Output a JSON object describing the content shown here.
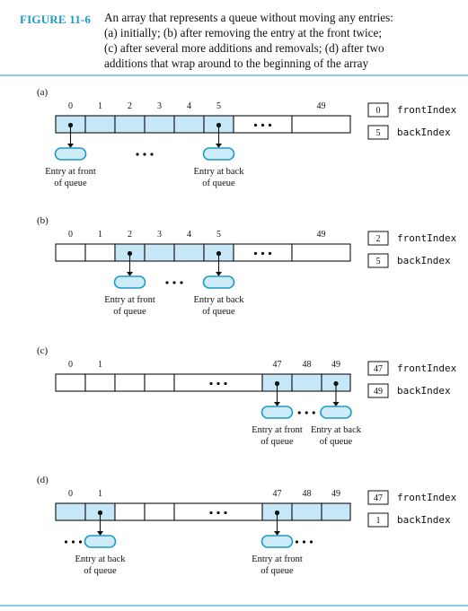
{
  "figure": {
    "label": "FIGURE 11-6",
    "caption_lines": [
      "An array that represents a queue without moving any entries:",
      "(a) initially; (b) after removing the entry at the front twice;",
      "(c) after several more additions and removals; (d) after two",
      "additions that wrap around to the beginning of the array"
    ]
  },
  "colors": {
    "accent": "#1c9ac6",
    "filled_cell": "#c5e7f7",
    "node_fill": "#cdebf9",
    "rule": "#1c9ac6"
  },
  "ellipsis": "• • •",
  "index_labels": {
    "front": "frontIndex",
    "back": "backIndex"
  },
  "panels": [
    {
      "tag": "(a)",
      "cells": [
        "0",
        "1",
        "2",
        "3",
        "4",
        "5",
        "dots",
        "49"
      ],
      "cell_labels": [
        "0",
        "1",
        "2",
        "3",
        "4",
        "5",
        "",
        "49"
      ],
      "filled": [
        0,
        1,
        2,
        3,
        4,
        5
      ],
      "pointer_cells": [
        0,
        5
      ],
      "front_index": "0",
      "back_index": "5",
      "nodes": [
        {
          "cell": 0,
          "text": [
            "Entry at front",
            "of queue"
          ],
          "dots": "none"
        },
        {
          "cell": 5,
          "text": [
            "Entry at back",
            "of queue"
          ],
          "dots": "none"
        }
      ],
      "between_dots": [
        0,
        5
      ]
    },
    {
      "tag": "(b)",
      "cells": [
        "0",
        "1",
        "2",
        "3",
        "4",
        "5",
        "dots",
        "49"
      ],
      "cell_labels": [
        "0",
        "1",
        "2",
        "3",
        "4",
        "5",
        "",
        "49"
      ],
      "filled": [
        2,
        3,
        4,
        5
      ],
      "pointer_cells": [
        2,
        5
      ],
      "front_index": "2",
      "back_index": "5",
      "nodes": [
        {
          "cell": 2,
          "text": [
            "Entry at front",
            "of queue"
          ],
          "dots": "none"
        },
        {
          "cell": 5,
          "text": [
            "Entry at back",
            "of queue"
          ],
          "dots": "none"
        }
      ],
      "between_dots": [
        2,
        5
      ]
    },
    {
      "tag": "(c)",
      "cells": [
        "0",
        "1",
        "2",
        "3",
        "dots",
        "47",
        "48",
        "49"
      ],
      "cell_labels": [
        "0",
        "1",
        "",
        "",
        "",
        "47",
        "48",
        "49"
      ],
      "filled": [
        5,
        6,
        7
      ],
      "pointer_cells": [
        5,
        7
      ],
      "front_index": "47",
      "back_index": "49",
      "nodes": [
        {
          "cell": 5,
          "text": [
            "Entry at front",
            "of queue"
          ],
          "dots": "none"
        },
        {
          "cell": 7,
          "text": [
            "Entry at back",
            "of queue"
          ],
          "dots": "none"
        }
      ],
      "between_dots": [
        5,
        7
      ]
    },
    {
      "tag": "(d)",
      "cells": [
        "0",
        "1",
        "2",
        "3",
        "dots",
        "47",
        "48",
        "49"
      ],
      "cell_labels": [
        "0",
        "1",
        "",
        "",
        "",
        "47",
        "48",
        "49"
      ],
      "filled": [
        0,
        1,
        5,
        6,
        7
      ],
      "pointer_cells": [
        1,
        5
      ],
      "front_index": "47",
      "back_index": "1",
      "nodes": [
        {
          "cell": 1,
          "text": [
            "Entry at back",
            "of queue"
          ],
          "dots": "left"
        },
        {
          "cell": 5,
          "text": [
            "Entry at front",
            "of queue"
          ],
          "dots": "right"
        }
      ],
      "between_dots": null
    }
  ]
}
